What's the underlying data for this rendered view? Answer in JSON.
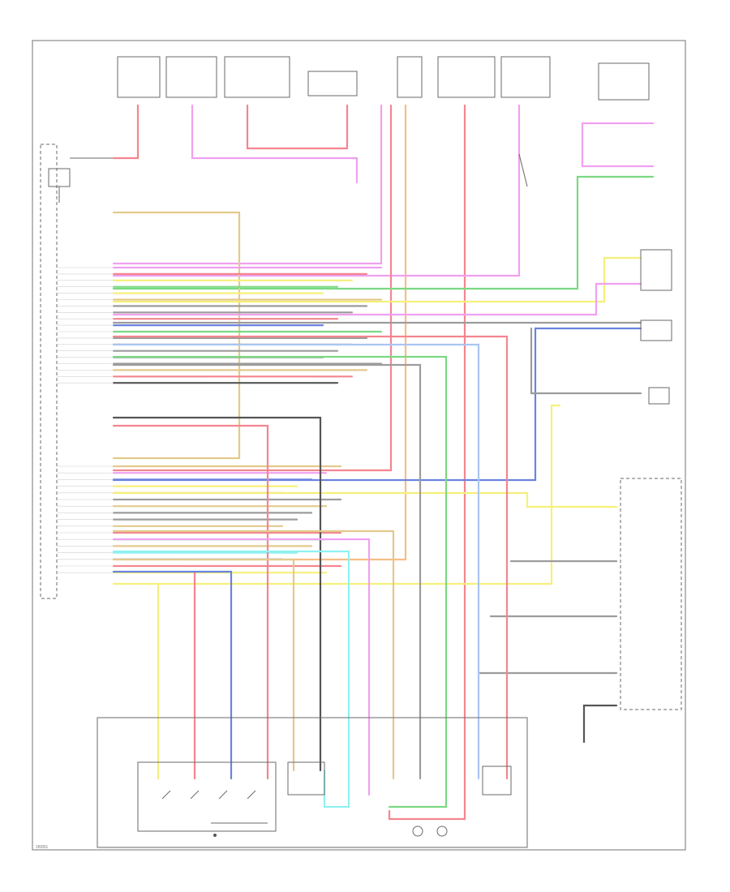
{
  "figure_id": "1f6891",
  "colors": {
    "red": "#f4858f",
    "pink": "#f0a0f0",
    "orange": "#f7bd86",
    "yellow": "#f5f07a",
    "green": "#7bd982",
    "blue": "#6b83e0",
    "tan": "#e3c98c",
    "gray": "#9c9c9c",
    "black": "#555555",
    "cyan": "#8ff1f1",
    "light_blue": "#a9c5f2",
    "frame": "#8a8a8a"
  },
  "upper_wire_colors": [
    "pink",
    "red",
    "yellow",
    "green",
    "yellow",
    "tan",
    "gray",
    "gray",
    "red",
    "blue",
    "green",
    "gray",
    "gray",
    "gray",
    "gray",
    "gray",
    "tan",
    "red",
    "black"
  ],
  "lower_wire_colors": [
    "tan",
    "pink",
    "blue",
    "yellow",
    "tan",
    "gray",
    "tan",
    "gray",
    "gray",
    "tan",
    "red",
    "green",
    "tan",
    "cyan",
    "blue",
    "red",
    "yellow"
  ]
}
